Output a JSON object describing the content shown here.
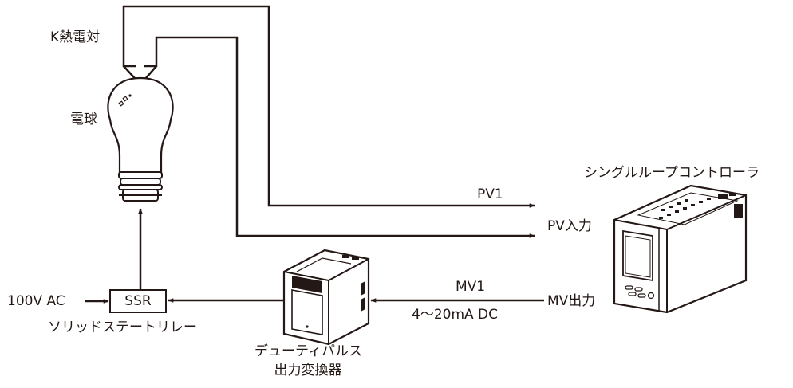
{
  "labels": {
    "thermocouple": "K熱電対",
    "bulb": "電球",
    "controller": "シングルループコントローラ",
    "pv1": "PV1",
    "pv_input": "PV入力",
    "mv1": "MV1",
    "current_signal": "4〜20mA DC",
    "mv_output": "MV出力",
    "ac_input": "100V AC",
    "ssr": "SSR",
    "ssr_name": "ソリッドステートリレー",
    "converter_line1": "デューティパルス",
    "converter_line2": "出力変換器"
  },
  "colors": {
    "line": "#231815",
    "background": "#ffffff"
  }
}
